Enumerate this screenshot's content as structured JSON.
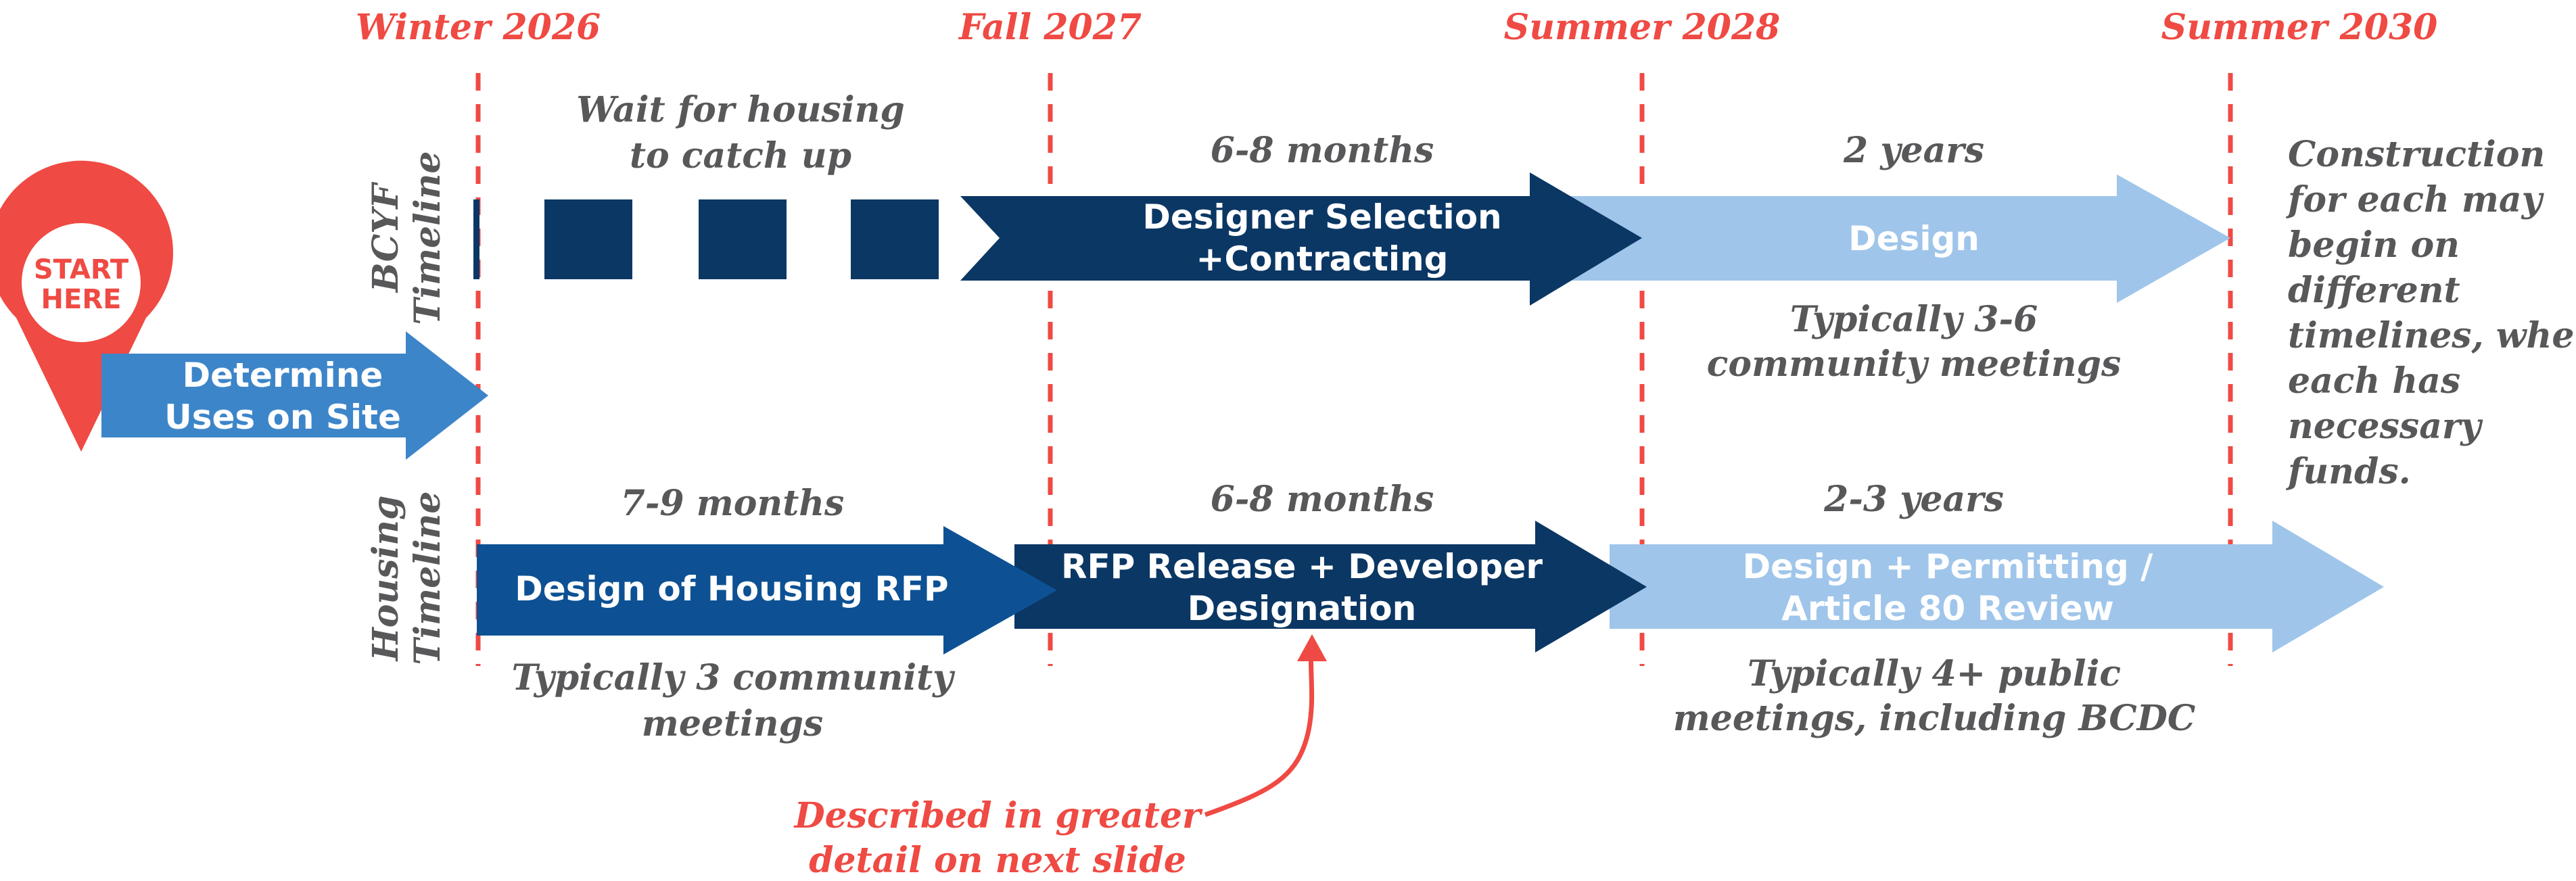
{
  "colors": {
    "red": "#ef4a43",
    "gray_text": "#58585a",
    "navy": "#0b3764",
    "royal": "#0d5194",
    "mid_blue": "#3d85c9",
    "light_blue": "#9fc5ea",
    "white": "#ffffff"
  },
  "milestones": [
    "Winter 2026",
    "Fall 2027",
    "Summer 2028",
    "Summer 2030"
  ],
  "start_pin": {
    "line1": "START",
    "line2": "HERE",
    "icon": "map-pin-icon"
  },
  "determine": {
    "line1": "Determine",
    "line2": "Uses on Site"
  },
  "bcyf": {
    "label_line1": "BCYF",
    "label_line2": "Timeline",
    "wait_line1": "Wait for housing",
    "wait_line2": "to catch up",
    "designer_duration": "6-8 months",
    "designer_line1": "Designer Selection",
    "designer_line2": "+Contracting",
    "design_duration": "2 years",
    "design_label": "Design",
    "design_note_line1": "Typically 3-6",
    "design_note_line2": "community meetings"
  },
  "housing": {
    "label_line1": "Housing",
    "label_line2": "Timeline",
    "rfp_design_duration": "7-9 months",
    "rfp_design_label": "Design of Housing RFP",
    "rfp_design_note_line1": "Typically 3 community",
    "rfp_design_note_line2": "meetings",
    "rfp_release_duration": "6-8 months",
    "rfp_release_line1": "RFP Release + Developer",
    "rfp_release_line2": "Designation",
    "permit_duration": "2-3 years",
    "permit_line1": "Design + Permitting /",
    "permit_line2": "Article 80 Review",
    "permit_note_line1": "Typically 4+ public",
    "permit_note_line2": "meetings, including BCDC"
  },
  "construction_note": [
    "Construction",
    "for each may",
    "begin on",
    "different",
    "timelines, when",
    "each has",
    "necessary",
    "funds."
  ],
  "callout": {
    "line1": "Described in greater",
    "line2": "detail on next slide"
  }
}
